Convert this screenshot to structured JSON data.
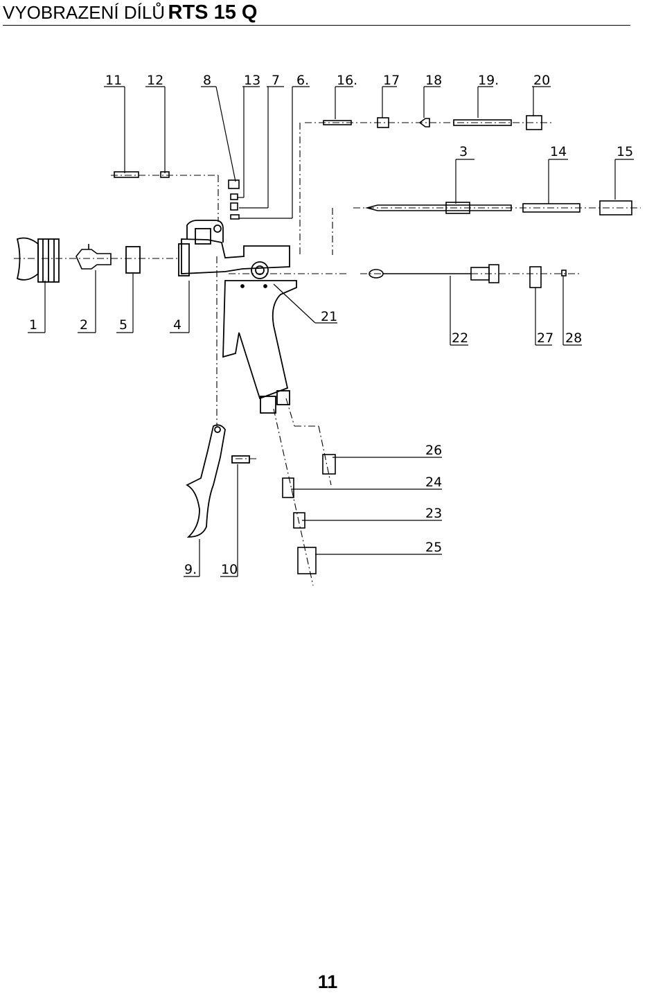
{
  "header": {
    "title_part1": "VYOBRAZENÍ DÍLŮ",
    "title_part2": "RTS 15 Q"
  },
  "drawing": {
    "part_labels": [
      "11",
      "12",
      "8",
      "13",
      "7",
      "6.",
      "16.",
      "17",
      "18",
      "19.",
      "20",
      "3",
      "14",
      "15",
      "1",
      "2",
      "5",
      "4",
      "21",
      "22",
      "27",
      "28",
      "26",
      "24",
      "23",
      "25",
      "9.",
      "10"
    ]
  },
  "footer": {
    "page_number": "11"
  }
}
